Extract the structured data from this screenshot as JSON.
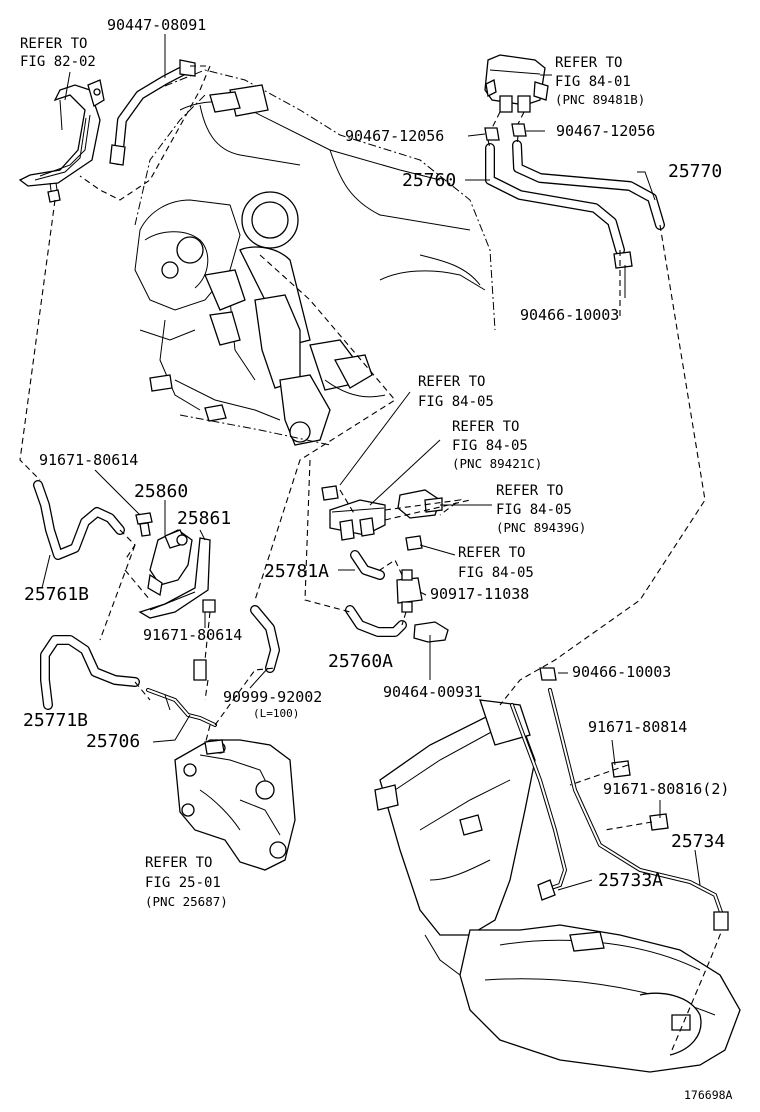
{
  "labels": {
    "l_90447_08091": "90447-08091",
    "l_refer_8202_a": "REFER TO",
    "l_refer_8202_b": "FIG 82-02",
    "l_refer_8401_a": "REFER TO",
    "l_refer_8401_b": "FIG 84-01",
    "l_refer_8401_c": "(PNC 89481B)",
    "l_90467_left": "90467-12056",
    "l_90467_right": "90467-12056",
    "l_25760": "25760",
    "l_25770": "25770",
    "l_90466_top": "90466-10003",
    "l_refer_8405_1a": "REFER TO",
    "l_refer_8405_1b": "FIG 84-05",
    "l_refer_8405_2a": "REFER TO",
    "l_refer_8405_2b": "FIG 84-05",
    "l_refer_8405_2c": "(PNC 89421C)",
    "l_refer_8405_3a": "REFER TO",
    "l_refer_8405_3b": "FIG 84-05",
    "l_refer_8405_3c": "(PNC 89439G)",
    "l_refer_8405_4a": "REFER TO",
    "l_refer_8405_4b": "FIG 84-05",
    "l_91671_80614_top": "91671-80614",
    "l_25860": "25860",
    "l_25861": "25861",
    "l_25761b": "25761B",
    "l_25781a": "25781A",
    "l_90917": "90917-11038",
    "l_91671_80614_mid": "91671-80614",
    "l_25771b": "25771B",
    "l_25760a": "25760A",
    "l_90464": "90464-00931",
    "l_90999": "90999-92002",
    "l_l100": "(L=100)",
    "l_90466_low": "90466-10003",
    "l_25706": "25706",
    "l_91671_80814": "91671-80814",
    "l_91671_80816": "91671-80816(2)",
    "l_25734": "25734",
    "l_refer_2501_a": "REFER TO",
    "l_refer_2501_b": "FIG 25-01",
    "l_refer_2501_c": "(PNC 25687)",
    "l_25733a": "25733A",
    "l_fig_id": "176698A"
  }
}
